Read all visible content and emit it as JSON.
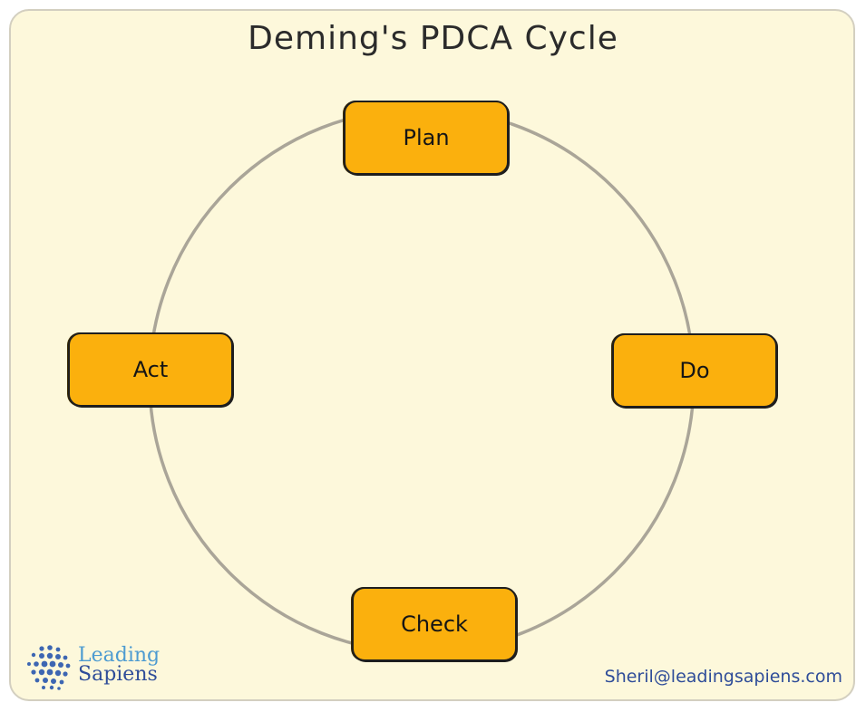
{
  "title": "Deming's PDCA Cycle",
  "stages": {
    "plan": "Plan",
    "do": "Do",
    "check": "Check",
    "act": "Act"
  },
  "logo": {
    "line1": "Leading",
    "line2": "Sapiens"
  },
  "email": "Sheril@leadingsapiens.com",
  "colors": {
    "background": "#fdf8db",
    "node_fill": "#fbb00d",
    "circle": "#aaa598",
    "logo_light": "#4d9bd1",
    "logo_dark": "#2f4d99"
  }
}
